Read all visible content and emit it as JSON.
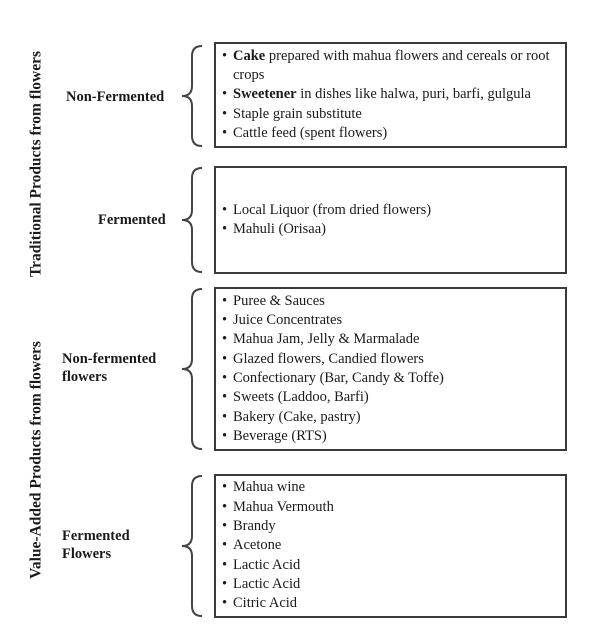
{
  "sections": {
    "traditional": "Traditional Products from flowers",
    "value_added": "Value-Added Products from flowers"
  },
  "categories": {
    "non_fermented": "Non-Fermented",
    "fermented": "Fermented",
    "non_fermented_flowers": [
      "Non-fermented",
      "flowers"
    ],
    "fermented_flowers": [
      "Fermented",
      "Flowers"
    ]
  },
  "boxes": {
    "non_fermented": [
      {
        "bold": "Cake",
        "text": " prepared with mahua flowers and cereals or root crops"
      },
      {
        "bold": "Sweetener",
        "text": " in dishes like halwa, puri, barfi, gulgula"
      },
      {
        "bold": "",
        "text": "Staple grain substitute"
      },
      {
        "bold": "",
        "text": "Cattle feed (spent flowers)"
      }
    ],
    "fermented": [
      {
        "bold": "",
        "text": "Local Liquor (from dried flowers)"
      },
      {
        "bold": "",
        "text": "Mahuli (Orisaa)"
      }
    ],
    "non_fermented_flowers": [
      {
        "bold": "",
        "text": "Puree & Sauces"
      },
      {
        "bold": "",
        "text": "Juice Concentrates"
      },
      {
        "bold": "",
        "text": "Mahua Jam, Jelly & Marmalade"
      },
      {
        "bold": "",
        "text": "Glazed flowers, Candied flowers"
      },
      {
        "bold": "",
        "text": "Confectionary (Bar, Candy & Toffe)"
      },
      {
        "bold": "",
        "text": "Sweets (Laddoo, Barfi)"
      },
      {
        "bold": "",
        "text": "Bakery (Cake, pastry)"
      },
      {
        "bold": "",
        "text": "Beverage (RTS)"
      }
    ],
    "fermented_flowers": [
      {
        "bold": "",
        "text": "Mahua wine"
      },
      {
        "bold": "",
        "text": "Mahua Vermouth"
      },
      {
        "bold": "",
        "text": "Brandy"
      },
      {
        "bold": "",
        "text": "Acetone"
      },
      {
        "bold": "",
        "text": "Lactic Acid"
      },
      {
        "bold": "",
        "text": "Lactic Acid"
      },
      {
        "bold": "",
        "text": "Citric Acid"
      }
    ]
  }
}
